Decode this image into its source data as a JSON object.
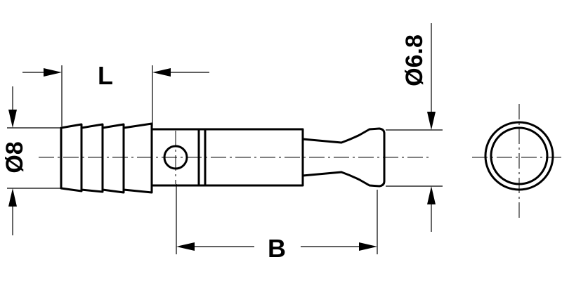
{
  "labels": {
    "length_L": "L",
    "length_B": "B",
    "diameter_8": "Ø8",
    "diameter_6_8": "Ø6.8"
  }
}
